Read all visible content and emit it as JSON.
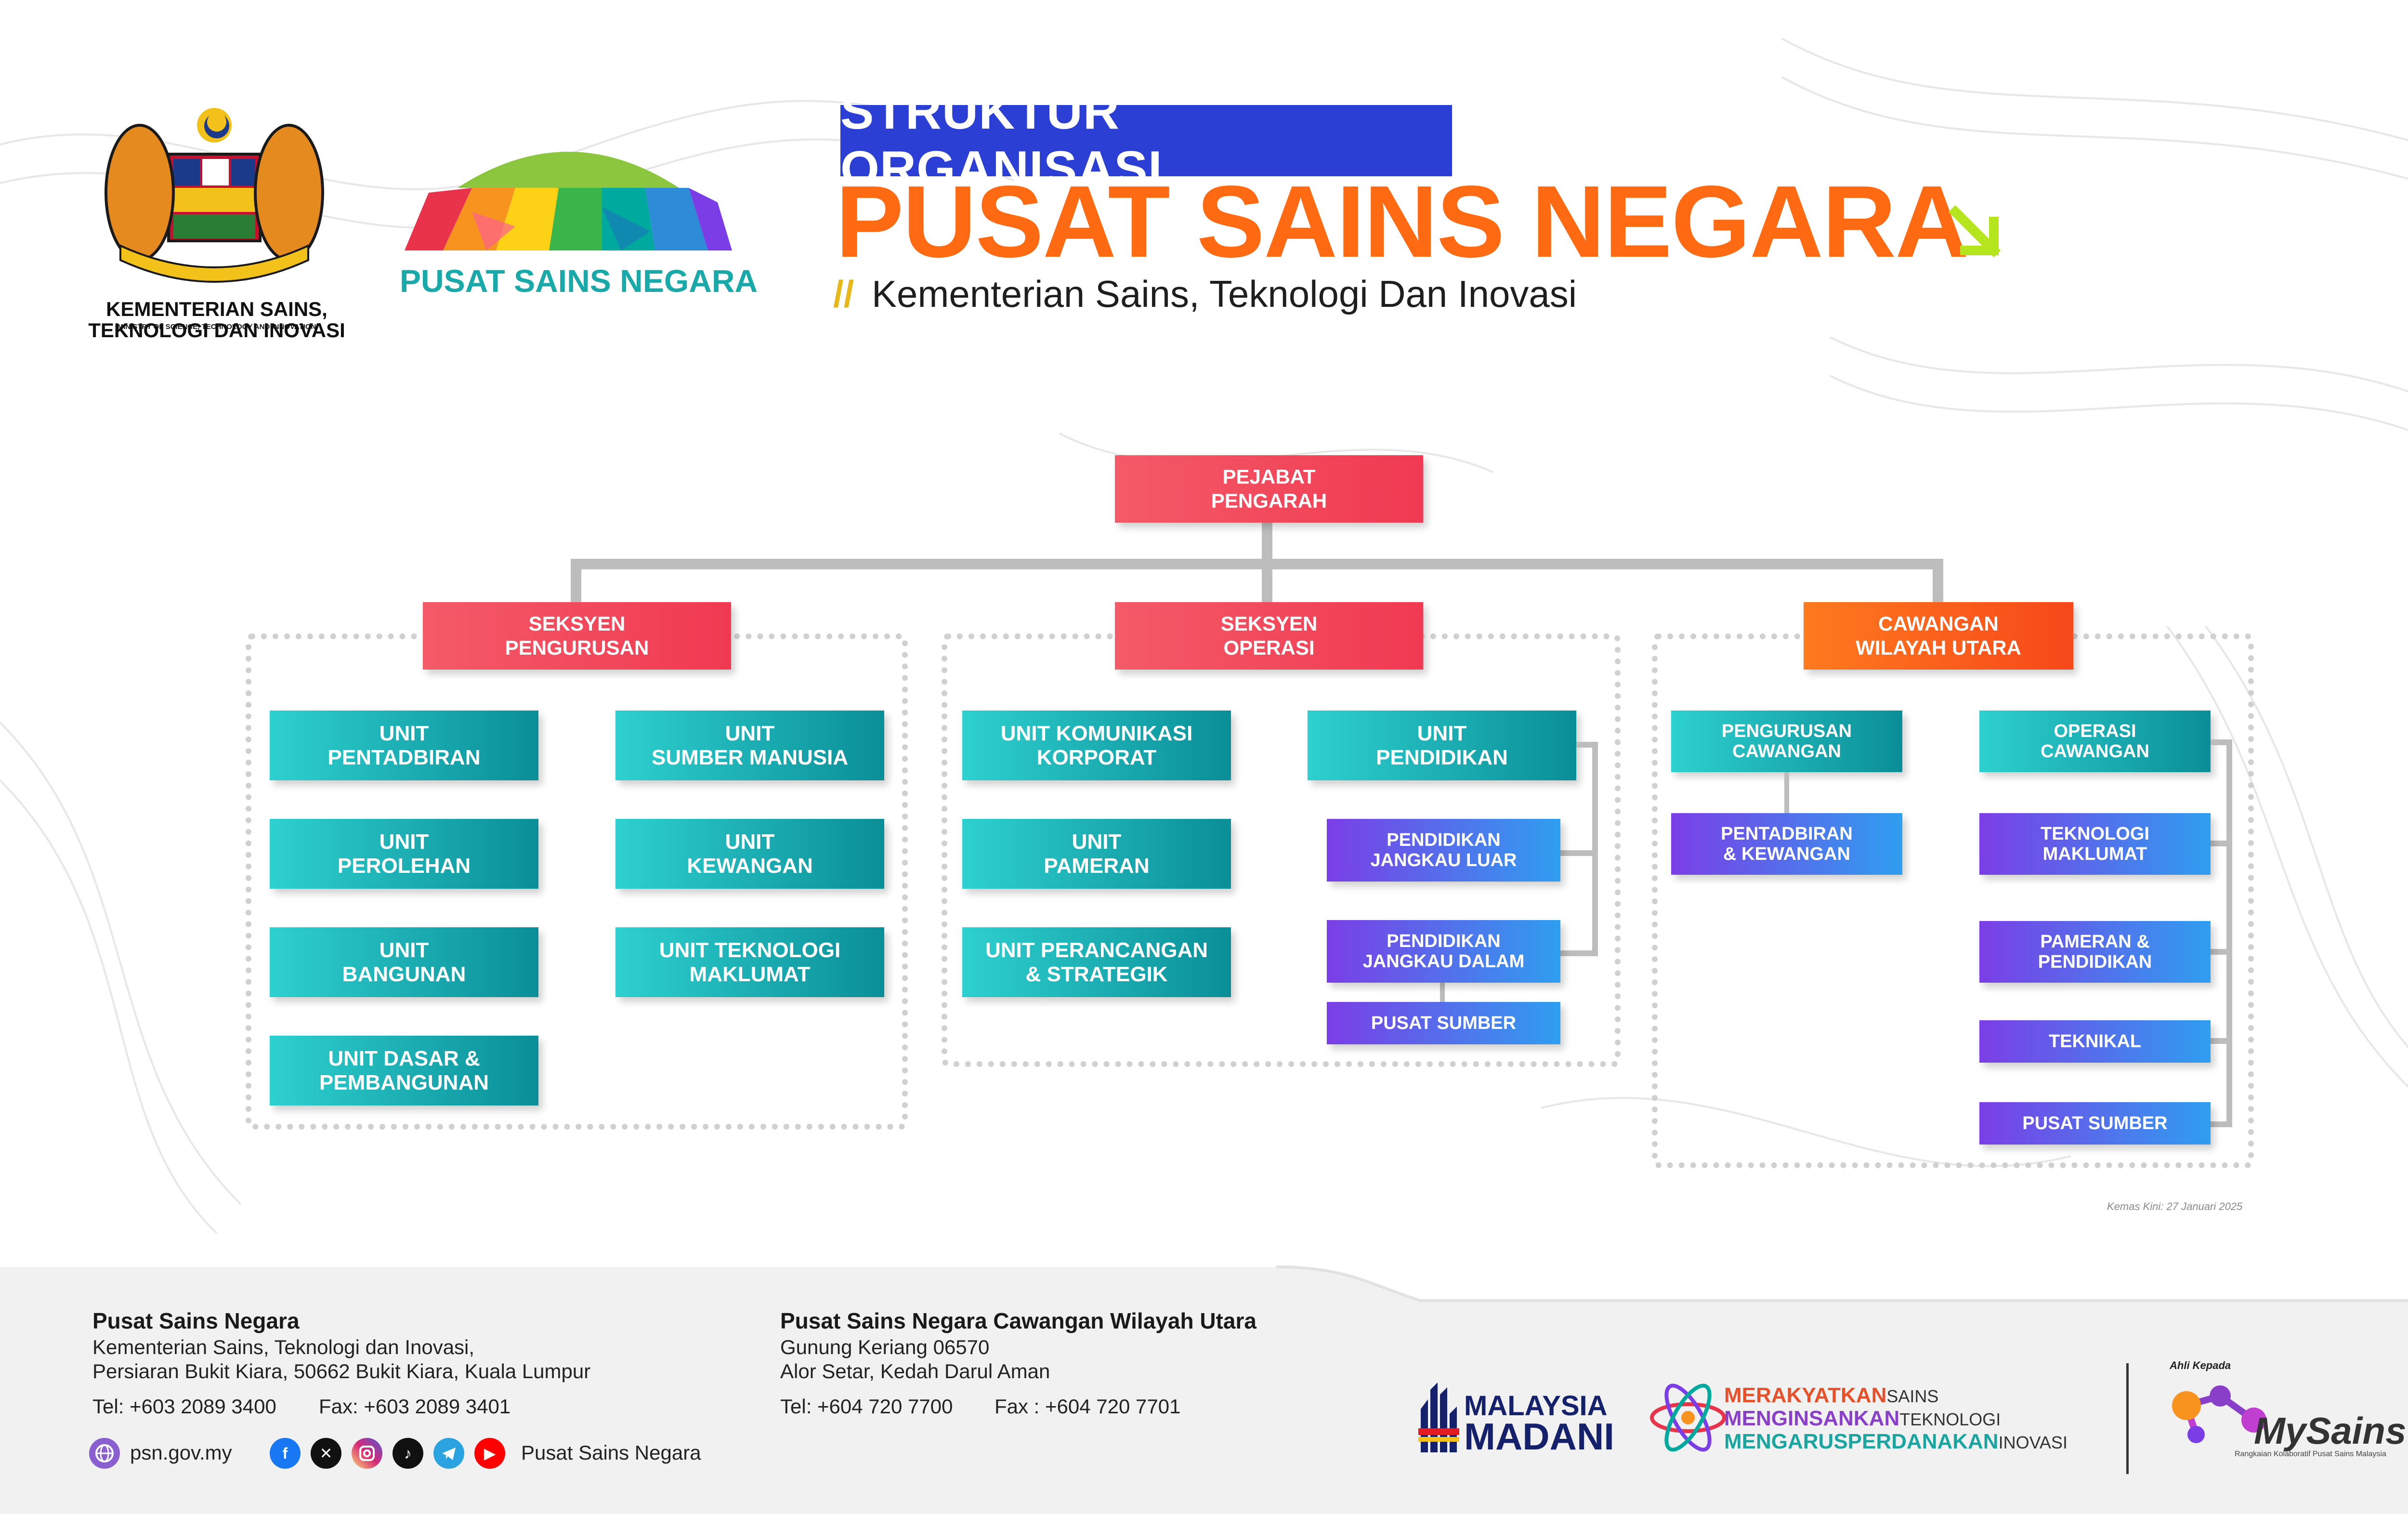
{
  "header": {
    "tag": "STRUKTUR ORGANISASI",
    "title": "PUSAT SAINS NEGARA",
    "subtitle_marker": "//",
    "subtitle": "Kementerian Sains, Teknologi Dan Inovasi",
    "ministry_name": "KEMENTERIAN SAINS,\nTEKNOLOGI DAN INOVASI",
    "ministry_name_en": "MINISTRY OF SCIENCE, TECHNOLOGY AND INNOVATION",
    "psn_logo_text": "PUSAT SAINS NEGARA",
    "arrow_icon": "down-right-arrow-icon"
  },
  "colors": {
    "tag_bg": "#2b3fd4",
    "title": "#ff6a12",
    "red_box": "#f03a52",
    "orange_box": "#f6481a",
    "teal_box": "#0a8e97",
    "purple_box": "#7b3ee6",
    "blue_box": "#2f9ef0"
  },
  "org": {
    "root": "PEJABAT\nPENGARAH",
    "sections": [
      {
        "name": "SEKSYEN\nPENGURUSAN",
        "units": [
          "UNIT\nPENTADBIRAN",
          "UNIT\nSUMBER MANUSIA",
          "UNIT\nPEROLEHAN",
          "UNIT\nKEWANGAN",
          "UNIT\nBANGUNAN",
          "UNIT TEKNOLOGI\nMAKLUMAT",
          "UNIT DASAR &\nPEMBANGUNAN"
        ]
      },
      {
        "name": "SEKSYEN\nOPERASI",
        "units": [
          "UNIT KOMUNIKASI\nKORPORAT",
          "UNIT\nPAMERAN",
          "UNIT PERANCANGAN\n& STRATEGIK",
          "UNIT\nPENDIDIKAN"
        ],
        "sub_units": [
          "PENDIDIKAN\nJANGKAU LUAR",
          "PENDIDIKAN\nJANGKAU DALAM",
          "PUSAT SUMBER"
        ]
      },
      {
        "name": "CAWANGAN\nWILAYAH UTARA",
        "units": [
          "PENGURUSAN\nCAWANGAN",
          "OPERASI\nCAWANGAN"
        ],
        "sub_units": [
          "PENTADBIRAN\n& KEWANGAN",
          "TEKNOLOGI\nMAKLUMAT",
          "PAMERAN &\nPENDIDIKAN",
          "TEKNIKAL",
          "PUSAT SUMBER"
        ]
      }
    ],
    "updated": "Kemas Kini: 27 Januari 2025"
  },
  "footer": {
    "hq": {
      "title": "Pusat Sains Negara",
      "address": "Kementerian Sains, Teknologi dan Inovasi,\nPersiaran Bukit Kiara, 50662 Bukit Kiara, Kuala Lumpur",
      "tel": "Tel: +603 2089 3400",
      "fax": "Fax: +603 2089 3401"
    },
    "branch": {
      "title": "Pusat Sains Negara Cawangan Wilayah Utara",
      "address": "Gunung Keriang 06570\nAlor Setar, Kedah Darul Aman",
      "tel": "Tel: +604 720 7700",
      "fax": "Fax : +604 720 7701"
    },
    "website": "psn.gov.my",
    "social_handle": "Pusat Sains Negara",
    "social_icons": [
      "facebook-icon",
      "x-icon",
      "instagram-icon",
      "tiktok-icon",
      "telegram-icon",
      "youtube-icon"
    ],
    "madani": [
      "MALAYSIA",
      "MADANI"
    ],
    "slogan": [
      {
        "big": "MERAKYATKAN",
        "small": "SAINS"
      },
      {
        "big": "MENGINSANKAN",
        "small": "TEKNOLOGI"
      },
      {
        "big": "MENGARUSPERDANAKAN",
        "small": "INOVASI"
      }
    ],
    "mysains_member": "Ahli Kepada",
    "mysains": "MySains",
    "mysains_tagline": "Rangkaian Kolaboratif Pusat Sains Malaysia"
  }
}
